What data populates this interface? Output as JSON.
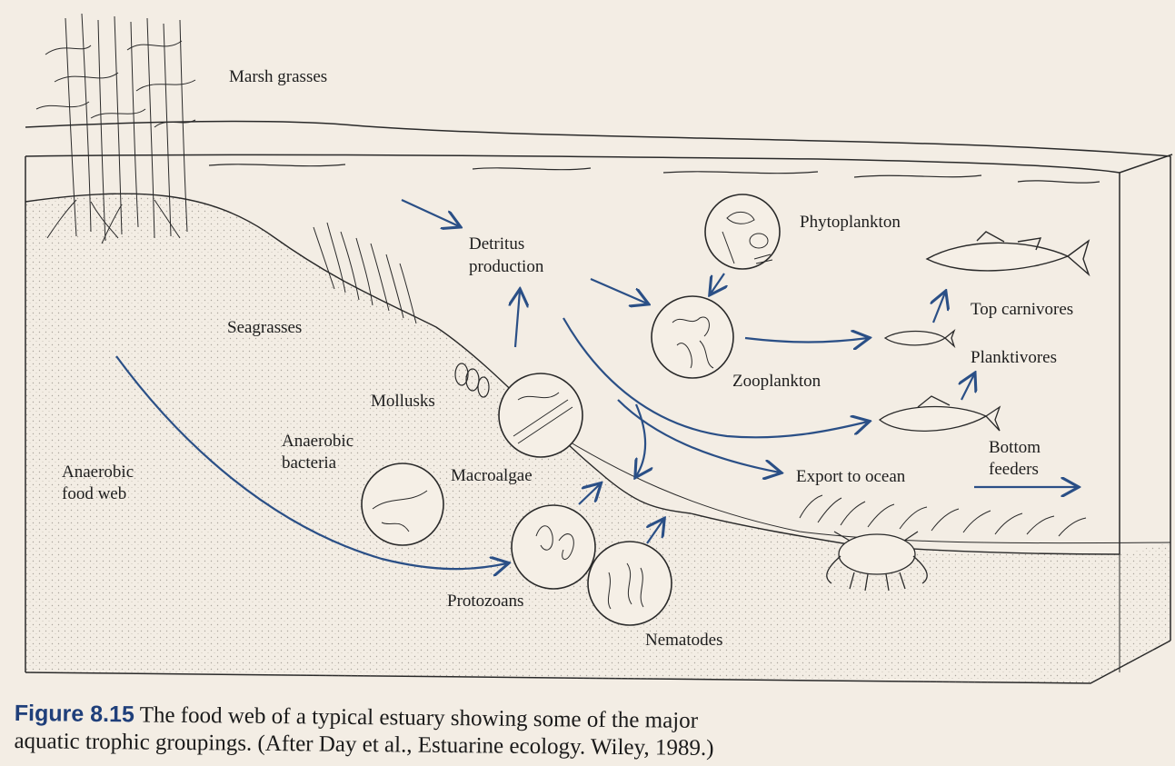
{
  "labels": {
    "marsh_grasses": "Marsh grasses",
    "seagrasses": "Seagrasses",
    "detritus_line1": "Detritus",
    "detritus_line2": "production",
    "phytoplankton": "Phytoplankton",
    "zooplankton": "Zooplankton",
    "top_carnivores": "Top carnivores",
    "planktivores": "Planktivores",
    "bottom_feeders_line1": "Bottom",
    "bottom_feeders_line2": "feeders",
    "export_to_ocean": "Export to ocean",
    "mollusks": "Mollusks",
    "anaerobic_bacteria_line1": "Anaerobic",
    "anaerobic_bacteria_line2": "bacteria",
    "macroalgae": "Macroalgae",
    "anaerobic_food_web_line1": "Anaerobic",
    "anaerobic_food_web_line2": "food web",
    "protozoans": "Protozoans",
    "nematodes": "Nematodes"
  },
  "caption": {
    "figure_number": "Figure 8.15",
    "line1": "The food web of a typical estuary showing some of the major",
    "line2": "aquatic trophic groupings. (After Day et al., Estuarine ecology. Wiley, 1989.)"
  },
  "colors": {
    "arrow": "#2a4f86",
    "ink": "#2a2a2a",
    "paper": "#f3ede4",
    "caption_accent": "#1f3f7a"
  }
}
